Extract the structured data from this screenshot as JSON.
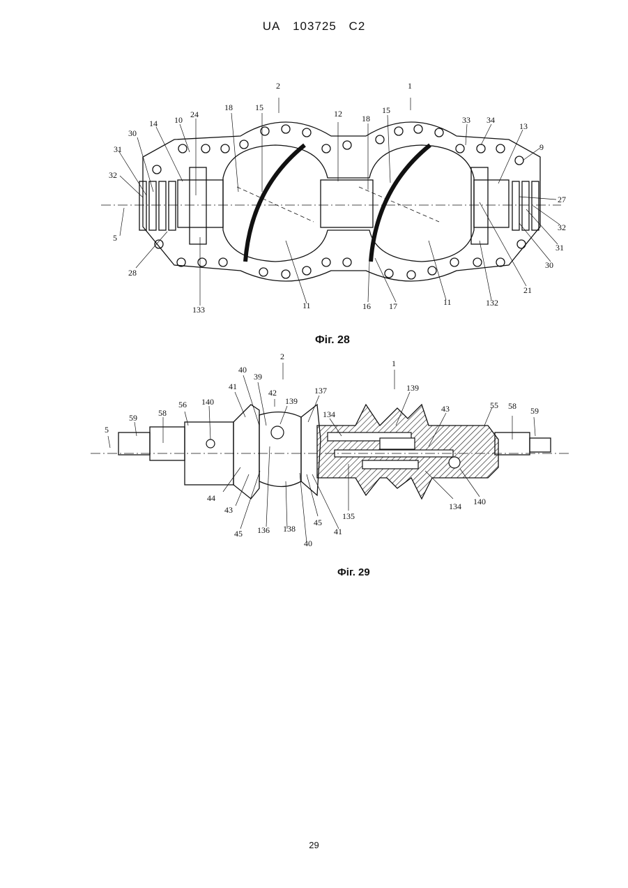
{
  "header": {
    "country": "UA",
    "number": "103725",
    "kind": "C2"
  },
  "fig28": {
    "caption": "Фіг. 28",
    "labels": {
      "l2": "2",
      "l1": "1",
      "l18a": "18",
      "l15a": "15",
      "l12": "12",
      "l18b": "18",
      "l15b": "15",
      "l24": "24",
      "l14": "14",
      "l10": "10",
      "l30a": "30",
      "l31a": "31",
      "l32a": "32",
      "l5": "5",
      "l28": "28",
      "l133": "133",
      "l11a": "11",
      "l16": "16",
      "l17": "17",
      "l11b": "11",
      "l132": "132",
      "l21": "21",
      "l30b": "30",
      "l31b": "31",
      "l32b": "32",
      "l27": "27",
      "l9": "9",
      "l13": "13",
      "l33": "33",
      "l34": "34"
    }
  },
  "fig29": {
    "caption": "Фіг. 29",
    "labels": {
      "l2": "2",
      "l1": "1",
      "l40a": "40",
      "l39": "39",
      "l42": "42",
      "l139a": "139",
      "l137": "137",
      "l41a": "41",
      "l56": "56",
      "l140a": "140",
      "l58a": "58",
      "l59a": "59",
      "l5": "5",
      "l134a": "134",
      "l139b": "139",
      "l43a": "43",
      "l55": "55",
      "l58b": "58",
      "l59b": "59",
      "l44": "44",
      "l43b": "43",
      "l45a": "45",
      "l136": "136",
      "l138": "138",
      "l40b": "40",
      "l45b": "45",
      "l41b": "41",
      "l135": "135",
      "l134b": "134",
      "l140b": "140"
    }
  },
  "page_number": "29"
}
